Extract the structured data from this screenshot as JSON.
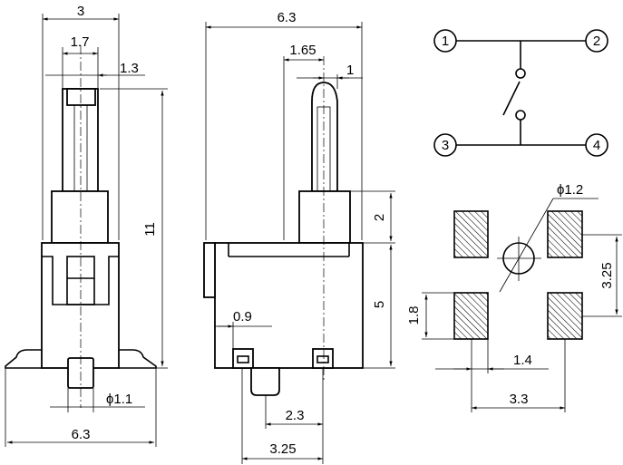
{
  "side_view": {
    "dim_width_top": "3",
    "dim_actuator_width": "1.7",
    "dim_tip": "1.3",
    "dim_height": "11",
    "dim_peg_dia": "ϕ1.1",
    "dim_width_bottom": "6.3"
  },
  "front_view": {
    "dim_width_top": "6.3",
    "dim_actuator_width": "1.65",
    "dim_tip": "1",
    "dim_upper_height": "2",
    "dim_body_height": "5",
    "dim_leg_width": "0.9",
    "dim_peg_offset": "2.3",
    "dim_leg_span": "3.25"
  },
  "schematic": {
    "pins": [
      "1",
      "2",
      "3",
      "4"
    ]
  },
  "footprint": {
    "dim_hole_dia": "ϕ1.2",
    "dim_pad_pitch_v": "3.25",
    "dim_pad_height": "1.8",
    "dim_pad_gap": "1.4",
    "dim_pad_pitch_h": "3.3"
  }
}
